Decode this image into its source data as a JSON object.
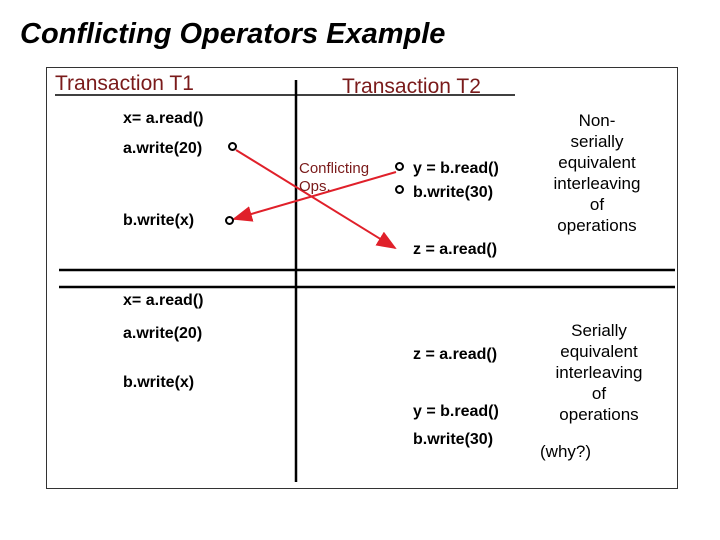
{
  "title": "Conflicting Operators Example",
  "headers": {
    "t1": "Transaction T1",
    "t2": "Transaction T2"
  },
  "top": {
    "t1_ops": [
      "x= a.read()",
      "a.write(20)",
      "b.write(x)"
    ],
    "t2_ops": [
      "y = b.read()",
      "b.write(30)",
      "z = a.read()"
    ],
    "conflict_label_1": "Conflicting",
    "conflict_label_2": "Ops.",
    "note": [
      "Non-",
      "serially",
      "equivalent",
      "interleaving",
      "of",
      "operations"
    ]
  },
  "bottom": {
    "t1_ops": [
      "x= a.read()",
      "a.write(20)",
      "b.write(x)"
    ],
    "t2_ops": [
      "z = a.read()",
      "y = b.read()",
      "b.write(30)"
    ],
    "note": [
      "Serially",
      "equivalent",
      "interleaving",
      "of",
      "operations"
    ],
    "why": "(why?)"
  },
  "colors": {
    "arrow": "#e0202a",
    "header": "#7a1a1a",
    "frame_border": "#333333"
  }
}
